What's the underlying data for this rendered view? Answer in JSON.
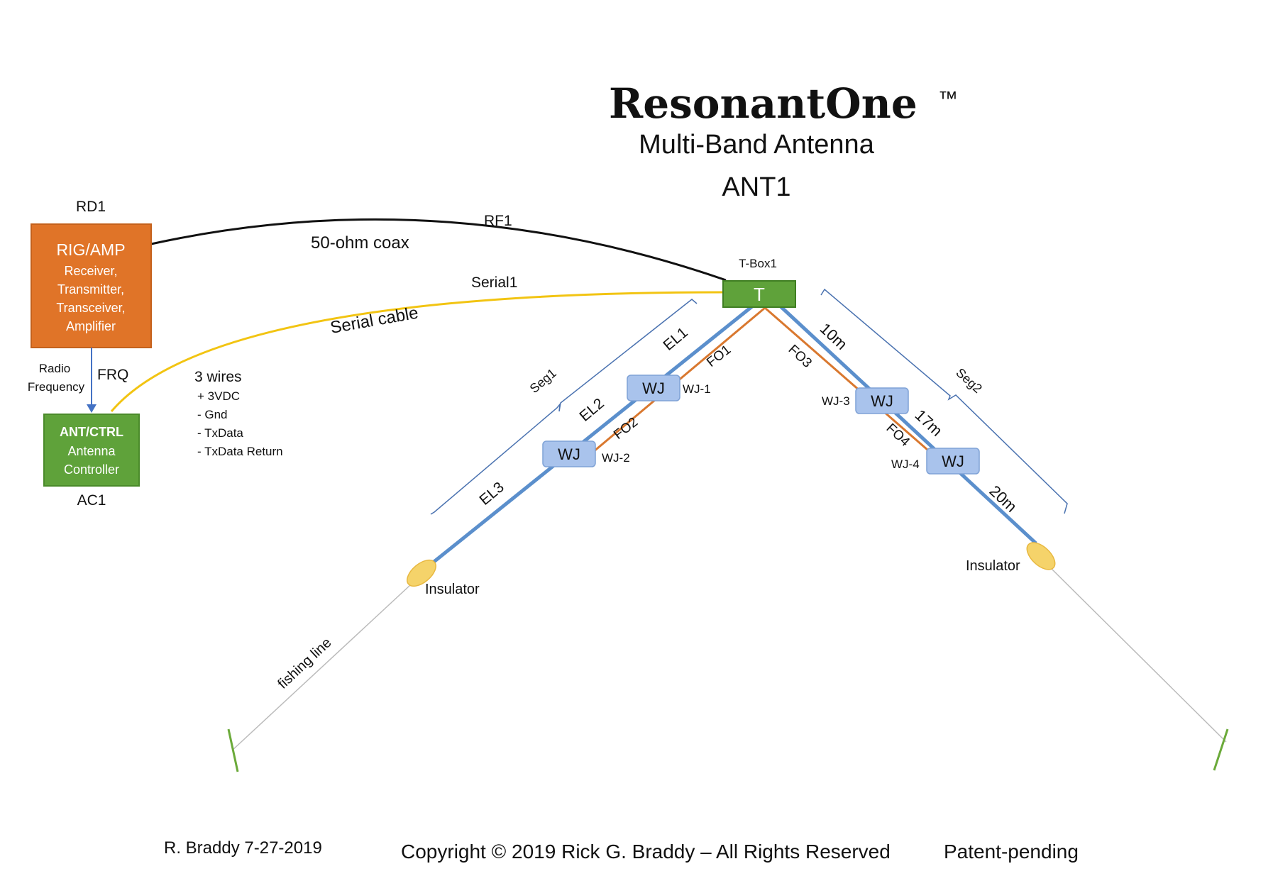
{
  "title": {
    "brand": "ResonantOne",
    "tm": "™",
    "subtitle": "Multi-Band Antenna",
    "designator": "ANT1"
  },
  "rig": {
    "ref": "RD1",
    "heading": "RIG/AMP",
    "lines": [
      "Receiver,",
      "Transmitter,",
      "Transceiver,",
      "Amplifier"
    ]
  },
  "controller": {
    "ref": "AC1",
    "heading": "ANT/CTRL",
    "lines": [
      "Antenna",
      "Controller"
    ]
  },
  "rf_link": {
    "label_line1": "Radio",
    "label_line2": "Frequency",
    "ref": "FRQ"
  },
  "coax": {
    "ref": "RF1",
    "label": "50-ohm coax"
  },
  "serial": {
    "ref": "Serial1",
    "label": "Serial cable",
    "wires_heading": "3 wires",
    "wires": [
      "+ 3VDC",
      "- Gnd",
      "- TxData",
      "- TxData Return"
    ]
  },
  "tbox": {
    "ref": "T-Box1",
    "label": "T"
  },
  "segments": {
    "left": "Seg1",
    "right": "Seg2"
  },
  "elements": {
    "el1": "EL1",
    "el2": "EL2",
    "el3": "EL3"
  },
  "fiber": {
    "fo1": "FO1",
    "fo2": "FO2",
    "fo3": "FO3",
    "fo4": "FO4"
  },
  "bands": {
    "b10": "10m",
    "b17": "17m",
    "b20": "20m"
  },
  "junctions": {
    "label": "WJ",
    "wj1": "WJ-1",
    "wj2": "WJ-2",
    "wj3": "WJ-3",
    "wj4": "WJ-4"
  },
  "insulators": {
    "left": "Insulator",
    "right": "Insulator"
  },
  "fishing_line": "fishing line",
  "footer": {
    "author_date": "R. Braddy 7-27-2019",
    "copyright": "Copyright © 2019 Rick G. Braddy – All Rights Reserved",
    "patent": "Patent-pending"
  },
  "colors": {
    "rig_box": "#E07428",
    "controller_box": "#5FA23A",
    "tbox": "#5FA23A",
    "element_wire": "#5B8FCC",
    "fiber": "#D9782F",
    "serial_cable": "#F2C412",
    "coax": "#111111",
    "junction": "#A9C3EC",
    "insulator": "#F5D36A",
    "stake": "#6BAA3A",
    "bracket": "#4A72B0"
  }
}
